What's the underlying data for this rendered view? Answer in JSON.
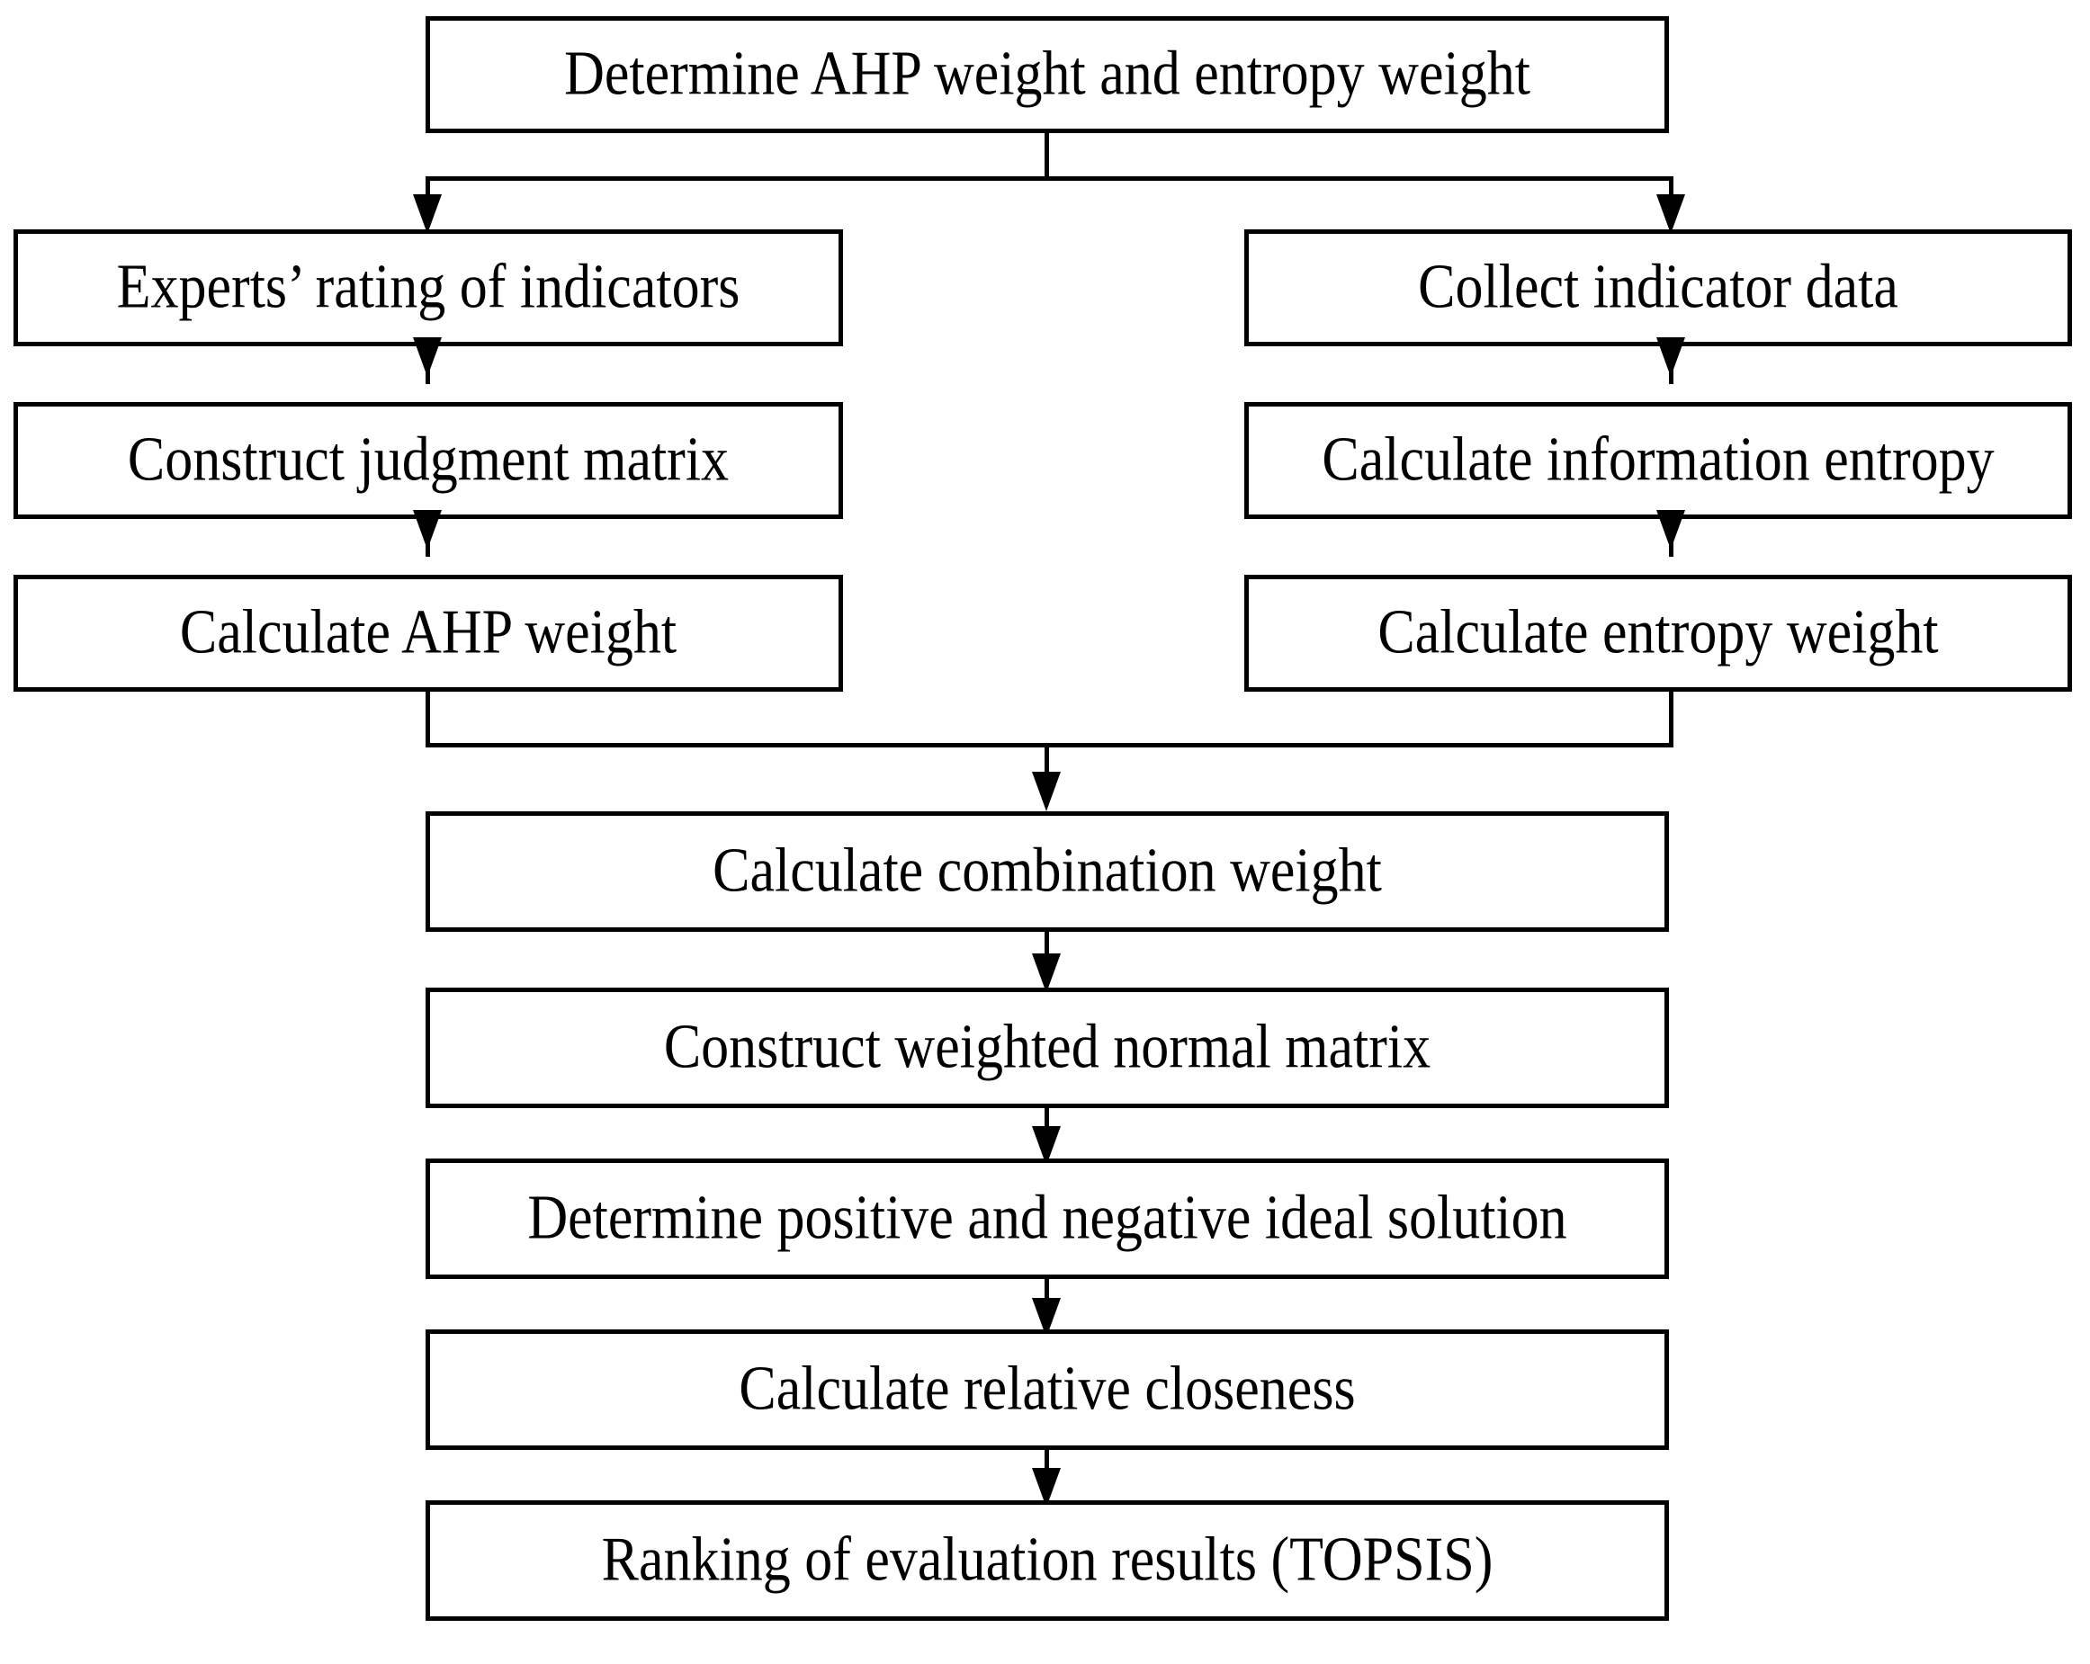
{
  "diagram": {
    "title_node": {
      "label": "Determine AHP weight and entropy weight"
    },
    "left_branch": [
      {
        "label": "Experts’ rating of indicators"
      },
      {
        "label": "Construct judgment matrix"
      },
      {
        "label": "Calculate AHP weight"
      }
    ],
    "right_branch": [
      {
        "label": "Collect indicator data"
      },
      {
        "label": "Calculate information entropy"
      },
      {
        "label": "Calculate entropy weight"
      }
    ],
    "merged_chain": [
      {
        "label": "Calculate combination weight"
      },
      {
        "label": "Construct weighted normal matrix"
      },
      {
        "label": "Determine positive and negative ideal solution"
      },
      {
        "label": "Calculate relative closeness"
      },
      {
        "label": "Ranking of evaluation results (TOPSIS)"
      }
    ],
    "colors": {
      "stroke": "#000000",
      "fill": "#ffffff",
      "text": "#000000"
    }
  }
}
